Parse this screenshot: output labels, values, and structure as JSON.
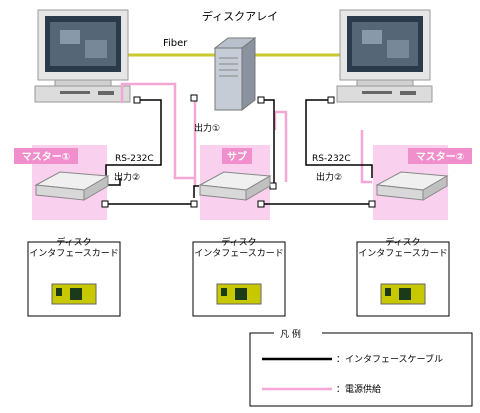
{
  "title": "ディスクアレイ",
  "fiber_label": "Fiber",
  "units": {
    "master1": {
      "label": "マスター①",
      "rs232c": "RS-232C",
      "output": "出力②"
    },
    "sub": {
      "label": "サブ",
      "output": "出力①"
    },
    "master2": {
      "label": "マスター②",
      "rs232c": "RS-232C",
      "output": "出力②"
    }
  },
  "cards": [
    {
      "line1": "ディスク",
      "line2": "インタフェースカード"
    },
    {
      "line1": "ディスク",
      "line2": "インタフェースカード"
    },
    {
      "line1": "ディスク",
      "line2": "インタフェースカード"
    }
  ],
  "legend": {
    "title": "凡 例",
    "interface_cable": "：インタフェースケーブル",
    "power_supply": "：電源供給"
  },
  "colors": {
    "fiber": "#c8c832",
    "power": "#f4a7d4",
    "master_fill": "#f9d0ee",
    "label_fill": "#f08fcc",
    "card_pcb": "#c8c800",
    "card_chip": "#1a3a1a"
  }
}
